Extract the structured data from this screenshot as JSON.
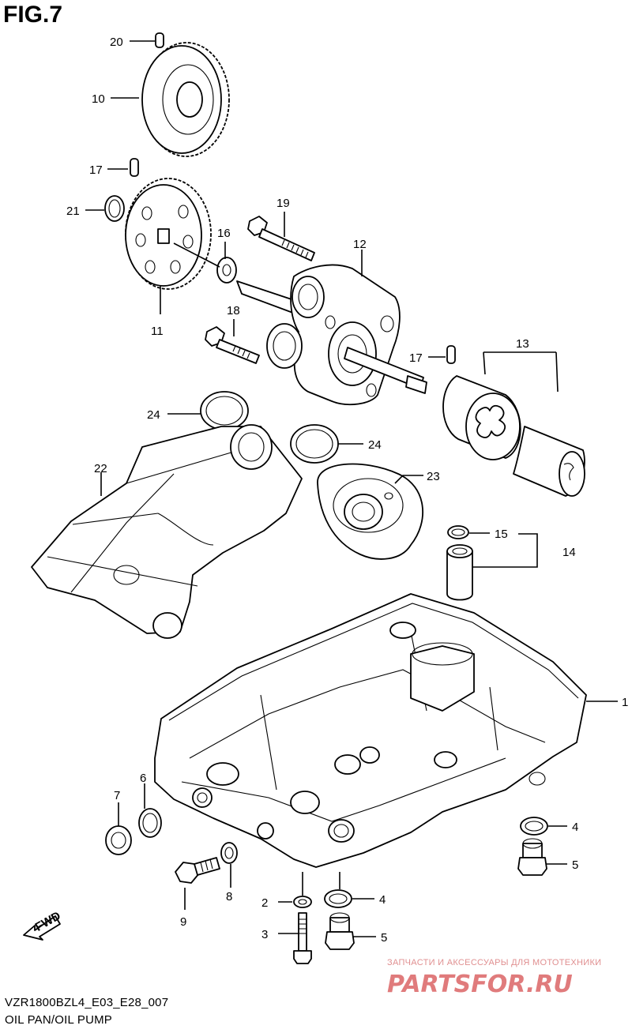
{
  "figure_label": "FIG.7",
  "footer": {
    "code": "VZR1800BZL4_E03_E28_007",
    "subtitle": "OIL PAN/OIL PUMP"
  },
  "callouts": {
    "n1": "1",
    "n2": "2",
    "n3": "3",
    "n4a": "4",
    "n4b": "4",
    "n5a": "5",
    "n5b": "5",
    "n6": "6",
    "n7": "7",
    "n8": "8",
    "n9": "9",
    "n10": "10",
    "n11": "11",
    "n12": "12",
    "n13": "13",
    "n14": "14",
    "n15": "15",
    "n16": "16",
    "n17a": "17",
    "n17b": "17",
    "n18": "18",
    "n19": "19",
    "n20": "20",
    "n21": "21",
    "n22": "22",
    "n23": "23",
    "n24a": "24",
    "n24b": "24"
  },
  "fwd_label": "FWD",
  "watermark": {
    "caption": "ЗАПЧАСТИ И АКСЕССУАРЫ ДЛЯ МОТОТЕХНИКИ",
    "logo": "PARTSFOR.RU",
    "color": "#e07b7c"
  }
}
